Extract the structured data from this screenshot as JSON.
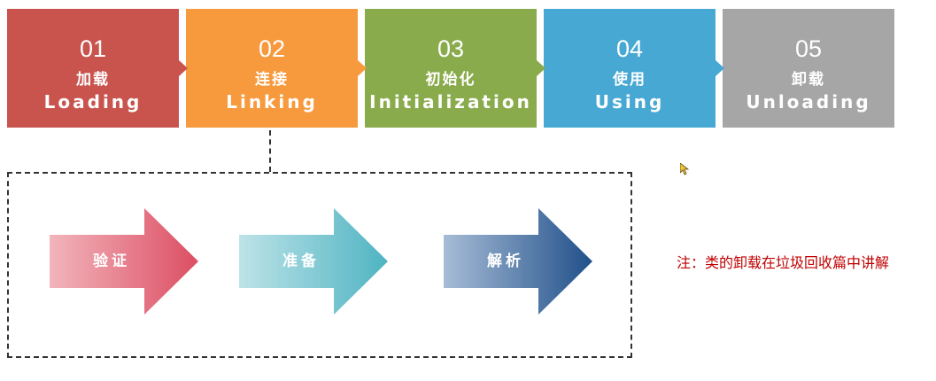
{
  "stages": [
    {
      "num": "01",
      "cn": "加载",
      "en": "Loading",
      "color": "#c9544e"
    },
    {
      "num": "02",
      "cn": "连接",
      "en": "Linking",
      "color": "#f79a3e"
    },
    {
      "num": "03",
      "cn": "初始化",
      "en": "Initialization",
      "color": "#8aab4c"
    },
    {
      "num": "04",
      "cn": "使用",
      "en": "Using",
      "color": "#47a8d4"
    },
    {
      "num": "05",
      "cn": "卸载",
      "en": "Unloading",
      "color": "#a6a6a6"
    }
  ],
  "linking_steps": [
    {
      "label": "验证",
      "gradient_from": "#f2b5bc",
      "gradient_to": "#dc4e63"
    },
    {
      "label": "准备",
      "gradient_from": "#bde3e8",
      "gradient_to": "#4fb4c2"
    },
    {
      "label": "解析",
      "gradient_from": "#a7bcd6",
      "gradient_to": "#21508a"
    }
  ],
  "note": "注：类的卸载在垃圾回收篇中讲解",
  "note_color": "#c00000",
  "cursor_icon": "mouse-pointer-icon"
}
